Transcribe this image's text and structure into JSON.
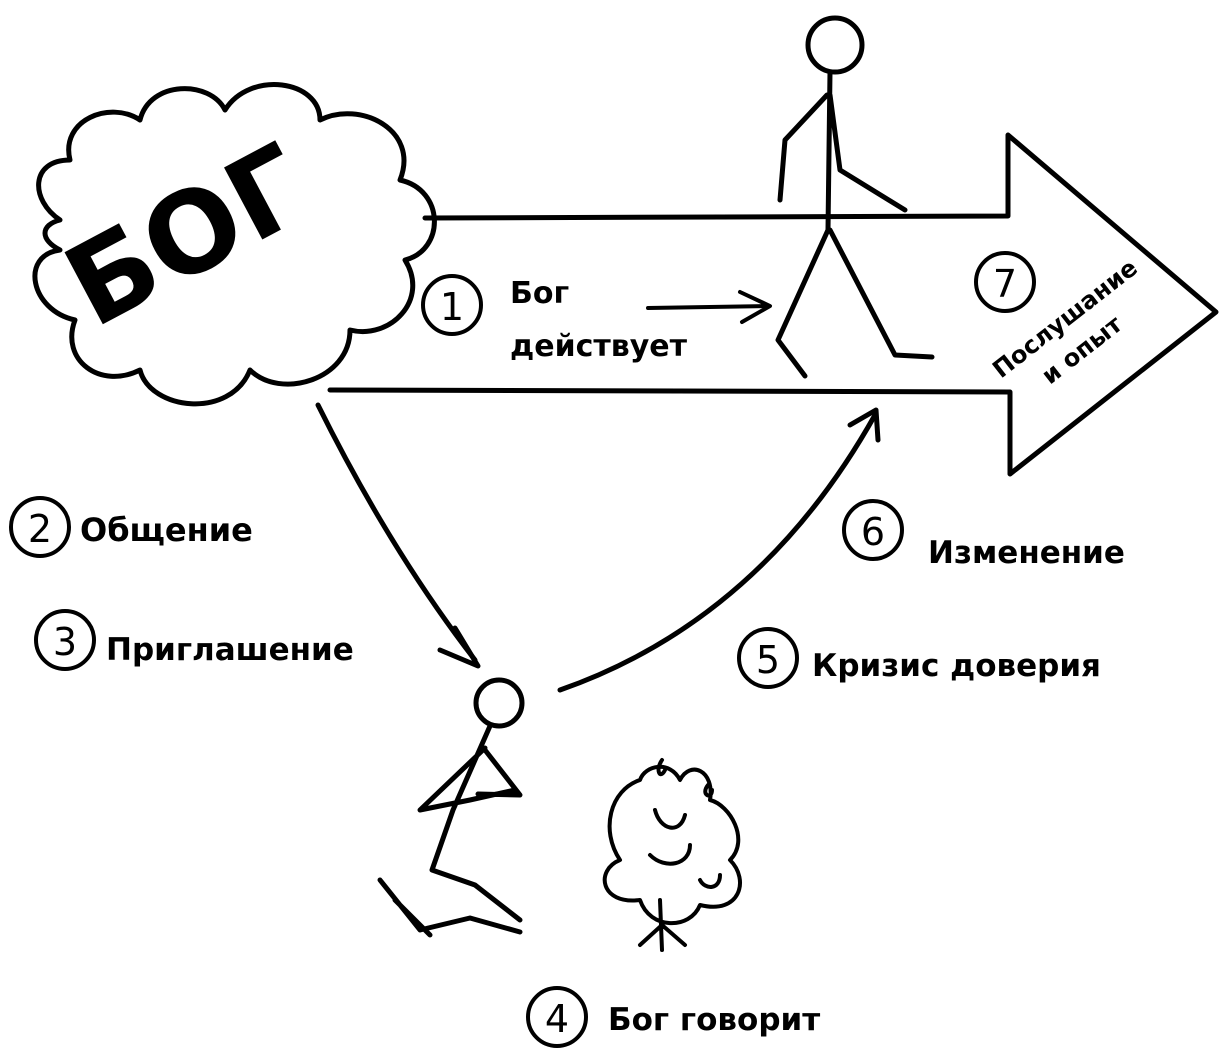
{
  "cloud": {
    "label": "БОГ"
  },
  "steps": [
    {
      "number": "1",
      "lines": [
        "Бог",
        "действует"
      ]
    },
    {
      "number": "2",
      "lines": [
        "Общение"
      ]
    },
    {
      "number": "3",
      "lines": [
        "Приглашение"
      ]
    },
    {
      "number": "4",
      "lines": [
        "Бог говорит"
      ]
    },
    {
      "number": "5",
      "lines": [
        "Кризис доверия"
      ]
    },
    {
      "number": "6",
      "lines": [
        "Изменение"
      ]
    },
    {
      "number": "7",
      "lines": [
        "Послушание",
        "и опыт"
      ]
    }
  ]
}
